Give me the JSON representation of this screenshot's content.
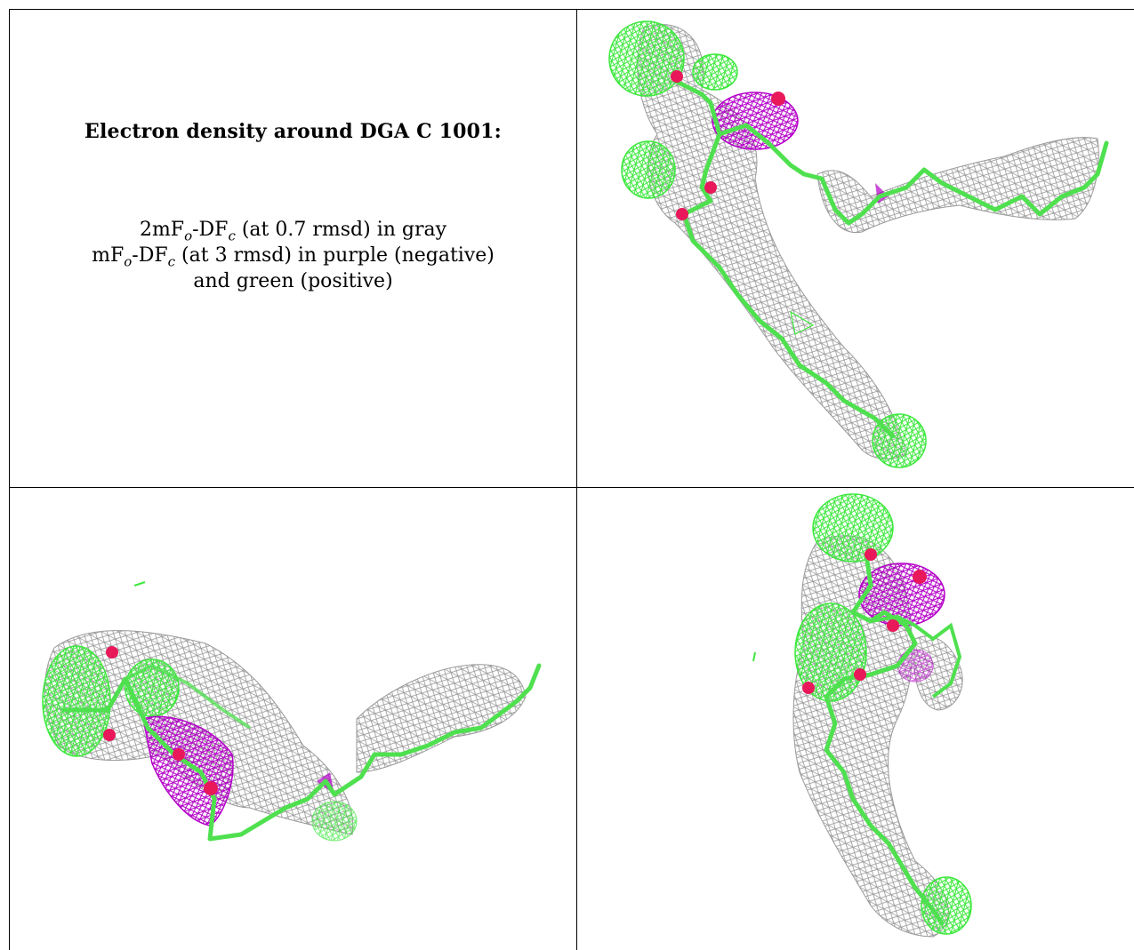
{
  "caption": {
    "title": "Electron density around DGA C 1001:",
    "line1_prefix": "2mF",
    "line1_sub1": "o",
    "line1_mid": "-DF",
    "line1_sub2": "c",
    "line1_suffix": " (at 0.7 rmsd) in gray",
    "line2_prefix": "mF",
    "line2_sub1": "o",
    "line2_mid": "-DF",
    "line2_sub2": "c",
    "line2_suffix": " (at 3 rmsd) in purple (negative)",
    "line3": "and green (positive)"
  },
  "colors": {
    "map_2fofc": "#9a9a9a",
    "map_fofc_negative": "#b400c8",
    "map_fofc_positive": "#3ee83e",
    "model_carbon": "#4fe04f",
    "model_oxygen": "#e8185a"
  },
  "panels": [
    {
      "view": "view-1"
    },
    {
      "view": "view-2"
    },
    {
      "view": "view-3"
    }
  ]
}
